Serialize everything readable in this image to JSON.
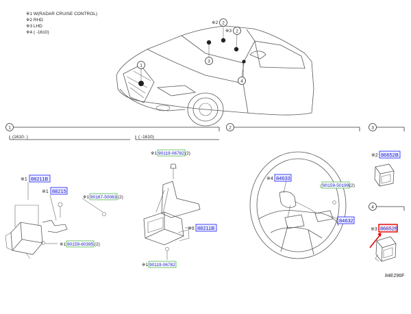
{
  "notes": [
    {
      "mark": "※1",
      "text": "W(RADAR CRUISE CONTROL)"
    },
    {
      "mark": "※2",
      "text": "RHD"
    },
    {
      "mark": "※3",
      "text": "LHD"
    },
    {
      "mark": "※4",
      "text": "(      -1610)"
    }
  ],
  "top_markers": {
    "m2a": "※2",
    "m3a": "※3",
    "c1": "1",
    "c2a": "2",
    "c2b": "2",
    "c3": "3",
    "c4": "4"
  },
  "sections": {
    "s1": "1",
    "s2": "2",
    "s3": "3",
    "s4": "4",
    "sub_left": "(1610-    )",
    "sub_right": "(      -1610)"
  },
  "parts": {
    "p88211B_left": {
      "mark": "※1",
      "code": "88211B"
    },
    "p88215": {
      "mark": "※1",
      "code": "88215"
    },
    "p90167": {
      "mark": "※1",
      "code": "90167-50063",
      "qty": "(2)"
    },
    "p90159_left": {
      "mark": "※1",
      "code": "90159-60395",
      "qty": "(2)"
    },
    "p90119_top": {
      "mark": "※1",
      "code": "90119-06782",
      "qty": "(2)"
    },
    "p88211B_mid": {
      "mark": "※1",
      "code": "88211B"
    },
    "p90119_bot": {
      "mark": "※1",
      "code": "90119-06782"
    },
    "p84633": {
      "mark": "※4",
      "code": "84633"
    },
    "p90159_right": {
      "mark": "",
      "code": "90159-50199",
      "qty": "(2)"
    },
    "p84632": {
      "mark": "",
      "code": "84632"
    },
    "p86652B": {
      "mark": "※2",
      "code": "86652B"
    },
    "p86652_sel": {
      "mark": "※3",
      "code": "86652B"
    }
  },
  "figure_id": "84E296F",
  "colors": {
    "link": "#1a1aff",
    "highlight": "#e00000",
    "qty_box": "#33aa33"
  }
}
